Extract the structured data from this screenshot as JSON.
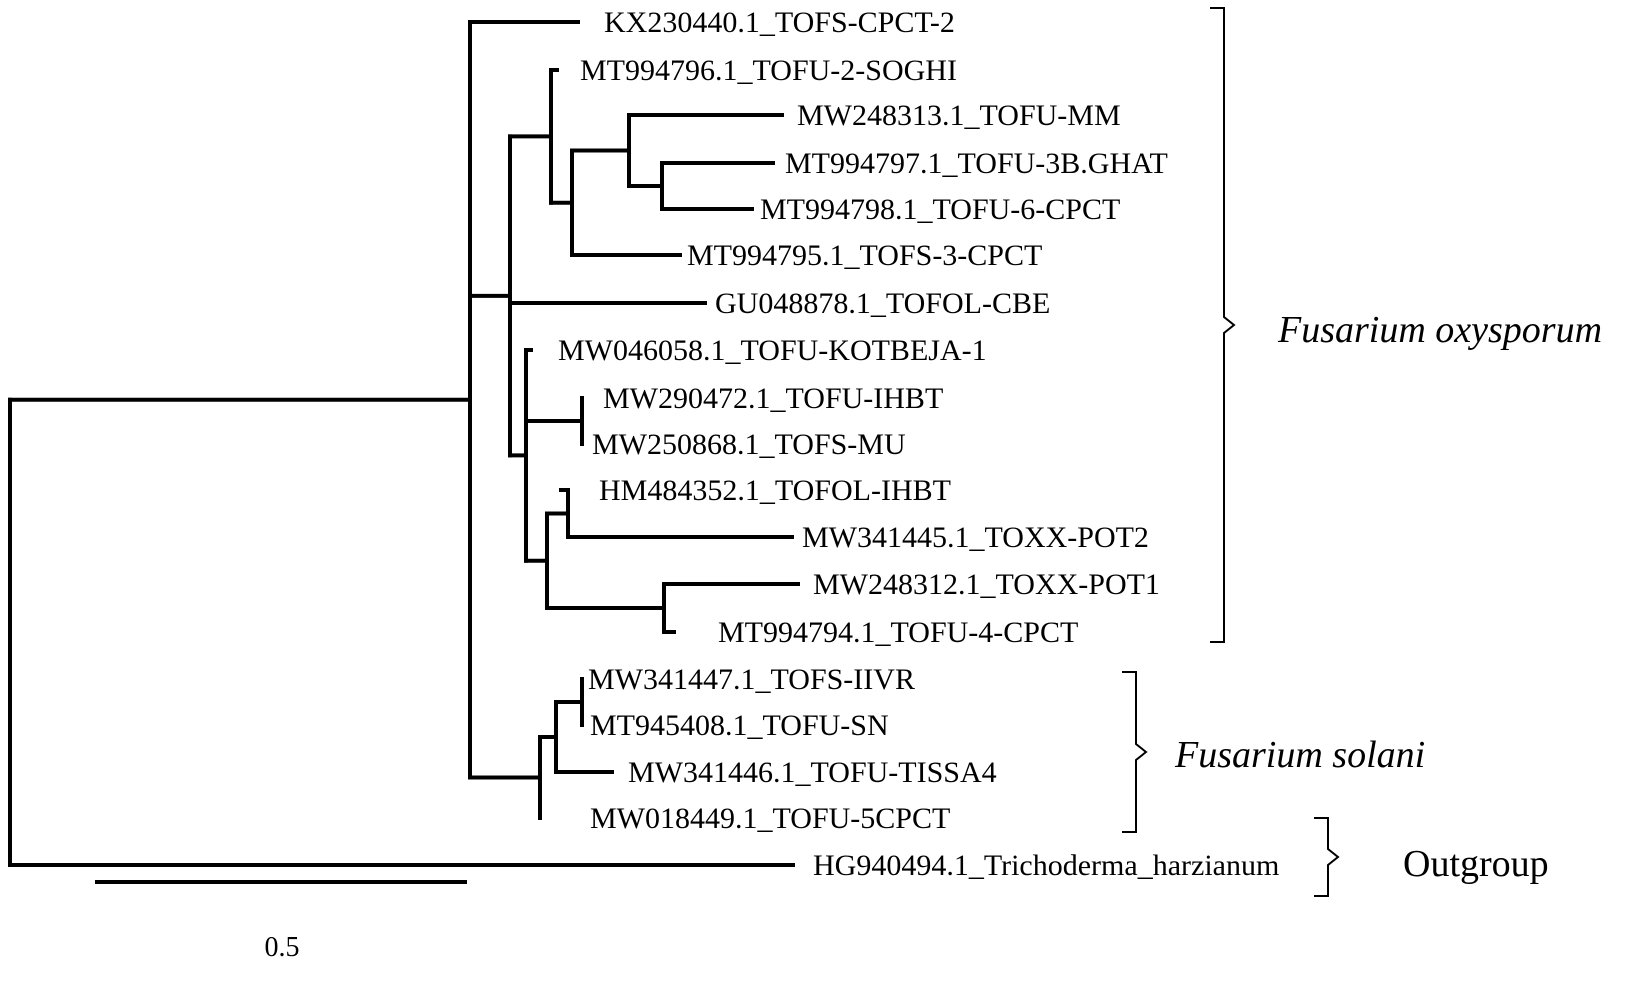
{
  "leaves": [
    "KX230440.1_TOFS-CPCT-2",
    "MT994796.1_TOFU-2-SOGHI",
    "MW248313.1_TOFU-MM",
    "MT994797.1_TOFU-3B.GHAT",
    "MT994798.1_TOFU-6-CPCT",
    "MT994795.1_TOFS-3-CPCT",
    "GU048878.1_TOFOL-CBE",
    "MW046058.1_TOFU-KOTBEJA-1",
    "MW290472.1_TOFU-IHBT",
    "MW250868.1_TOFS-MU",
    "HM484352.1_TOFOL-IHBT",
    "MW341445.1_TOXX-POT2",
    "MW248312.1_TOXX-POT1",
    "MT994794.1_TOFU-4-CPCT",
    "MW341447.1_TOFS-IIVR",
    "MT945408.1_TOFU-SN",
    "MW341446.1_TOFU-TISSA4",
    "MW018449.1_TOFU-5CPCT",
    "HG940494.1_Trichoderma_harzianum"
  ],
  "groups": [
    {
      "name": "Fusarium oxysporum",
      "italic": true
    },
    {
      "name": "Fusarium solani",
      "italic": true
    },
    {
      "name": "Outgroup",
      "italic": false
    }
  ],
  "scale_bar": {
    "value": 0.5,
    "label": "0.5"
  }
}
